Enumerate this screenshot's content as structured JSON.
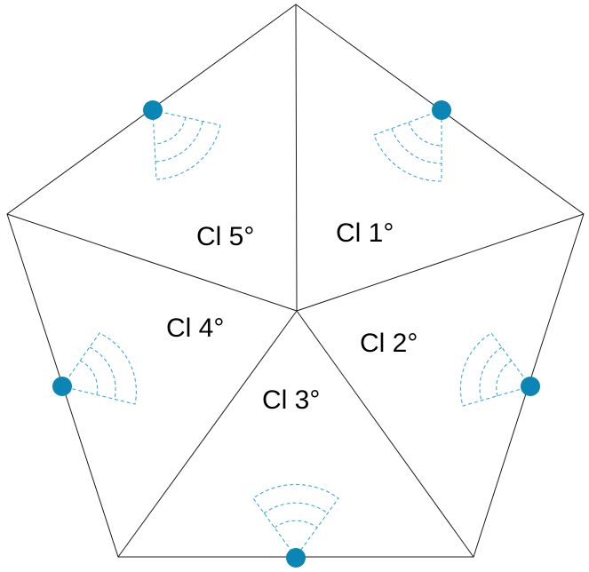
{
  "diagram": {
    "sectors": [
      {
        "id": "s1",
        "label": "Cl 1°"
      },
      {
        "id": "s2",
        "label": "Cl 2°"
      },
      {
        "id": "s3",
        "label": "Cl 3°"
      },
      {
        "id": "s4",
        "label": "Cl 4°"
      },
      {
        "id": "s5",
        "label": "Cl 5°"
      }
    ],
    "colors": {
      "edge": "#1a1a1a",
      "sensor": "#0b86b4",
      "coverage": "#3fa9d0"
    },
    "icons": [
      "sensor-node-icon",
      "coverage-fan-icon"
    ]
  }
}
